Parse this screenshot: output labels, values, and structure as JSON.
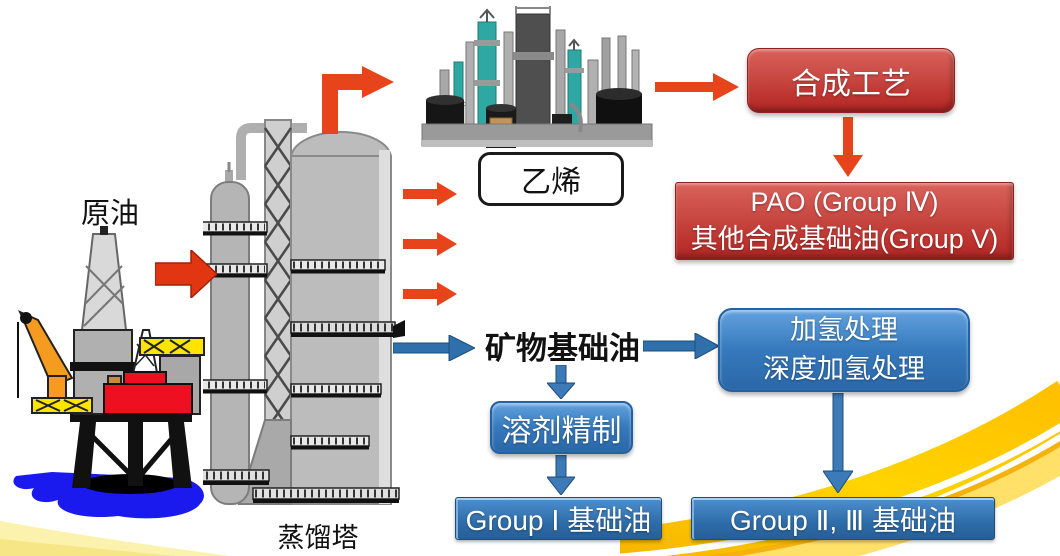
{
  "diagram": {
    "labels": {
      "crude_oil": "原油",
      "distillation_tower": "蒸馏塔",
      "ethylene": "乙烯",
      "mineral_base_oil": "矿物基础油"
    },
    "red_boxes": {
      "synthesis_process": "合成工艺",
      "pao_line1": "PAO (Group Ⅳ)",
      "pao_line2": "其他合成基础油(Group V)"
    },
    "blue_boxes": {
      "hydro_line1": "加氢处理",
      "hydro_line2": "深度加氢处理",
      "solvent_refining": "溶剂精制",
      "group1_base_oil": "Group Ⅰ 基础油",
      "group23_base_oil": "Group Ⅱ, Ⅲ 基础油"
    },
    "colors": {
      "red_arrow": "#e8441c",
      "red_box_top": "#da625c",
      "red_box_bottom": "#a82624",
      "blue_arrow": "#2f70ac",
      "blue_box_top": "#63a2de",
      "blue_box_bottom": "#2b67a8",
      "swoosh_gold": "#ffc000",
      "swoosh_light_yellow": "#ffe069"
    }
  }
}
